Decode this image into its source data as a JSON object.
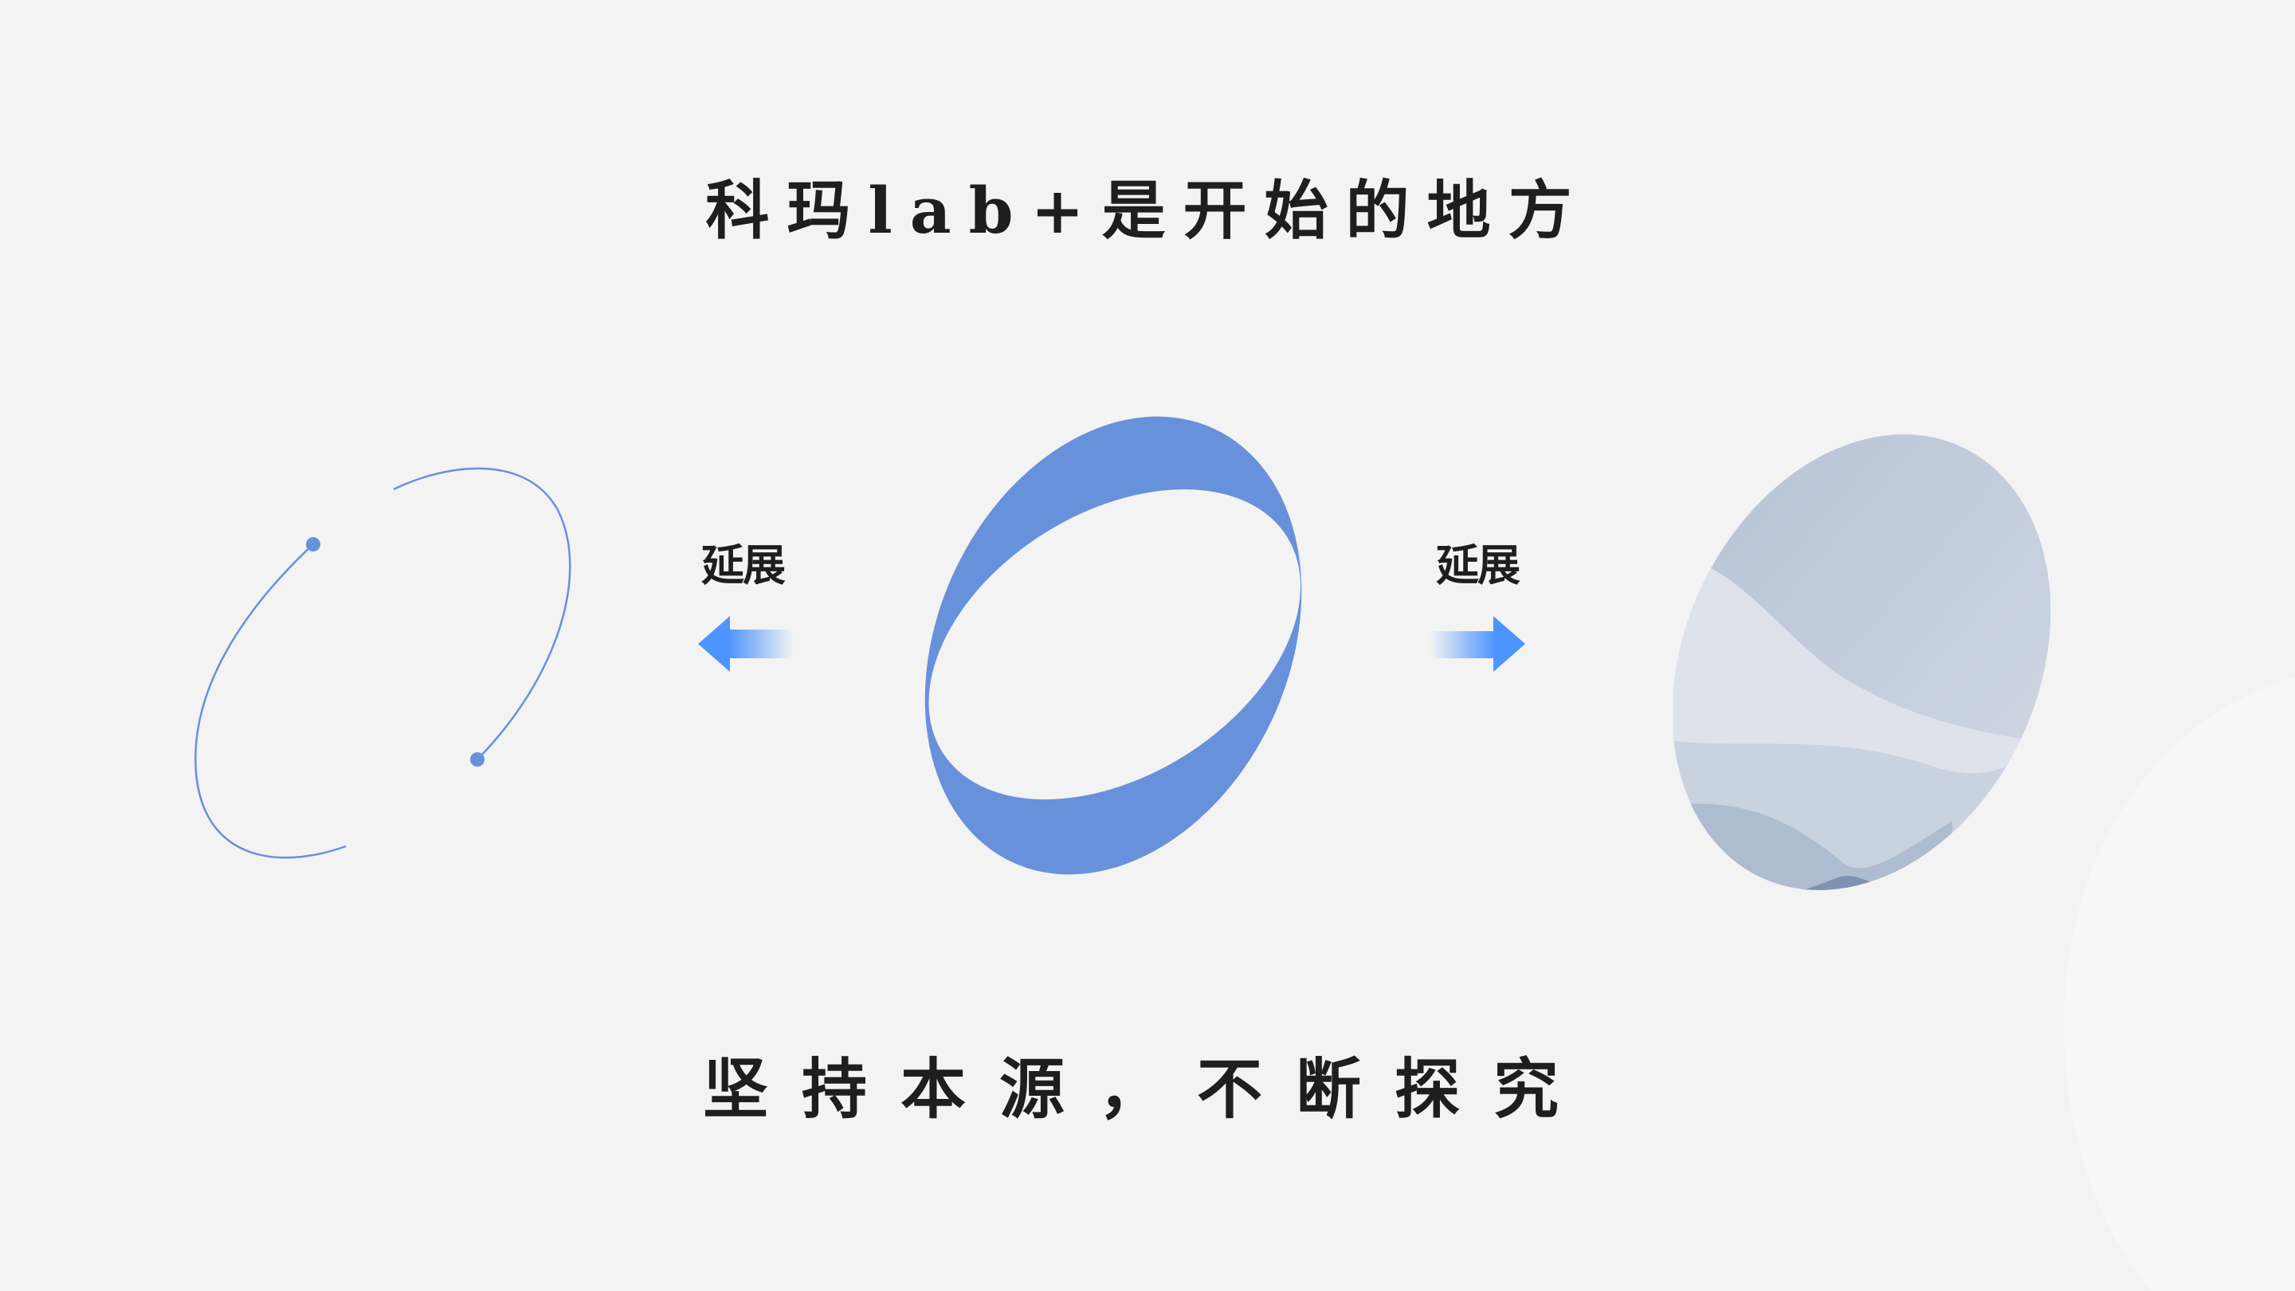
{
  "title": "科玛lab+是开始的地方",
  "slogan": "坚持本源，不断探究",
  "left_label": "延展",
  "right_label": "延展",
  "icons": {
    "left_arrow": "arrow-left-icon",
    "right_arrow": "arrow-right-icon",
    "outline_shape": "open-ellipse-outline",
    "ring": "blue-ring",
    "image_ellipse": "fabric-wave-image"
  },
  "colors": {
    "background": "#f3f3f3",
    "accent_blue": "#6891dc",
    "arrow_blue": "#4c94ff",
    "text": "#1e1e1e"
  }
}
